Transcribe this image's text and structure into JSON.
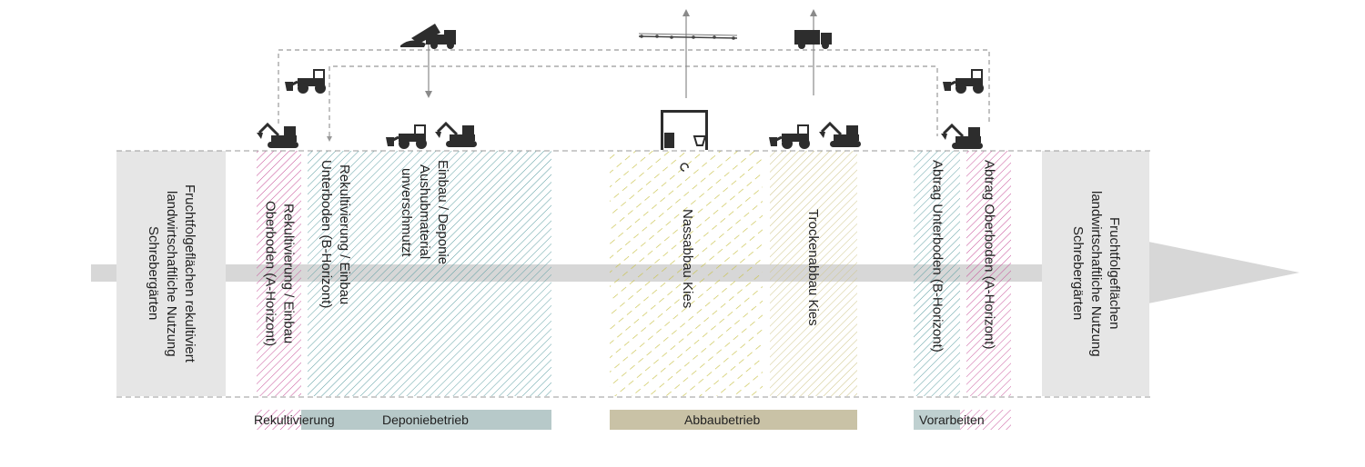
{
  "zones": {
    "left_fields": "Fruchtfolgeflächen rekultiviert\nlandwirtschaftliche Nutzung\nSchrebergärten",
    "rekult_oberboden": "Rekultivierung / Einbau\nOberboden (A-Horizont)",
    "rekult_unterboden": "Rekultivierung / Einbau\nUnterboden (B-Horizont)",
    "einbau_deponie": "Einbau / Deponie\nAushubmaterial\nunverschmutzt",
    "nassabbau": "Nassabbau Kies",
    "trockenabbau": "Trockenabbau Kies",
    "abtrag_unterboden": "Abtrag Unterboden (B-Horizont)",
    "abtrag_oberboden": "Abtrag Oberboden (A-Horizont)",
    "right_fields": "Fruchtfolgeflächen\nlandwirtschaftliche Nutzung\nSchrebergärten"
  },
  "phases": {
    "rekultivierung": "Rekultivierung",
    "deponiebetrieb": "Deponiebetrieb",
    "abbaubetrieb": "Abbaubetrieb",
    "vorarbeiten": "Vorarbeiten"
  },
  "colors": {
    "magenta_hatch": "#c8539a",
    "teal_hatch": "#5e9fa3",
    "yellow_hatch": "#c9c24a",
    "khaki_hatch": "#cfc68a",
    "grey_panel": "#e6e6e6",
    "arrow_grey": "#d7d7d7",
    "machine": "#2d2d2d"
  },
  "icons": [
    "excavator-icon",
    "wheel-loader-icon",
    "dump-truck-icon",
    "truck-icon",
    "conveyor-icon",
    "dredger-icon"
  ]
}
